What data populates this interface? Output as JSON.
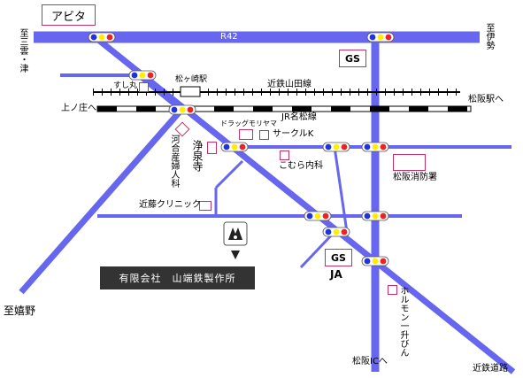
{
  "labels": {
    "abita": "アビタ",
    "route": "R42",
    "to_misato_tsu": "至三雲・津",
    "to_ise": "至伊勢",
    "to_ureshino": "至嬉野",
    "to_matsusaka_station": "松阪駅へ",
    "to_uenosho": "上ノ庄へ",
    "sushimaru": "すし丸",
    "matsugasaki_station": "松ヶ崎駅",
    "kintetsu_yamada_line": "近鉄山田線",
    "jr_meisho_line": "JR名松線",
    "drugstore": "ドラッグモリヤマ",
    "circle_k": "サークルK",
    "kawai_clinic": "河合産婦人科",
    "jousenji": "浄泉寺",
    "komura_clinic": "こむら内科",
    "matsusaka_fire": "松阪消防署",
    "kondo_clinic": "近藤クリニック",
    "gs_1": "GS",
    "gs_2": "GS",
    "ja": "JA",
    "horumon": "ホルモン一升びん",
    "company": "有限会社　山端鉄製作所",
    "to_matsusaka_ic": "松阪ICへ",
    "kintetsu_road": "近鉄道路"
  },
  "colors": {
    "road": "#6666ee",
    "signal_red": "#ee2222",
    "signal_yellow": "#ffee00",
    "signal_blue": "#2233dd",
    "box_border": "#c0306a",
    "company_bg": "#333333"
  }
}
